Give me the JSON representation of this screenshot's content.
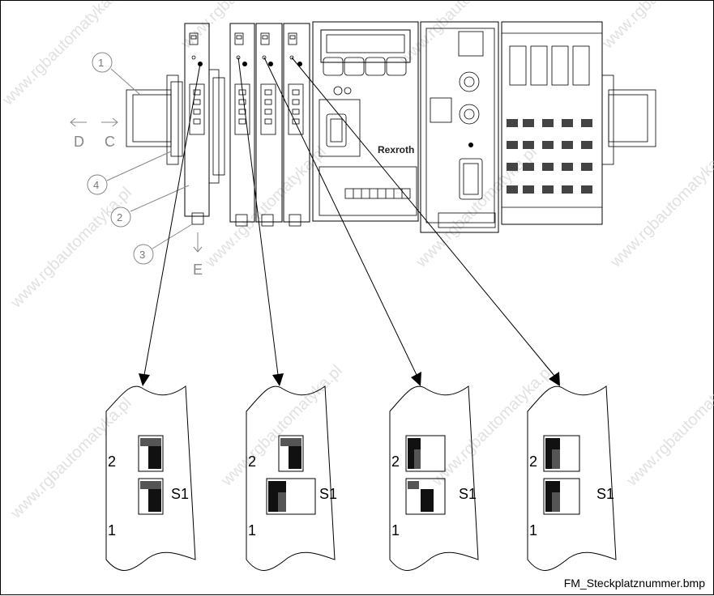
{
  "diagram": {
    "filename": "FM_Steckplatznummer.bmp",
    "watermark": "www.rgbautomatyka.pl",
    "callouts": [
      "1",
      "2",
      "3",
      "4"
    ],
    "directions": [
      "D",
      "C",
      "E"
    ],
    "brand_label": "Rexroth",
    "switch_label": "S1",
    "position_top": "2",
    "position_bottom": "1"
  }
}
